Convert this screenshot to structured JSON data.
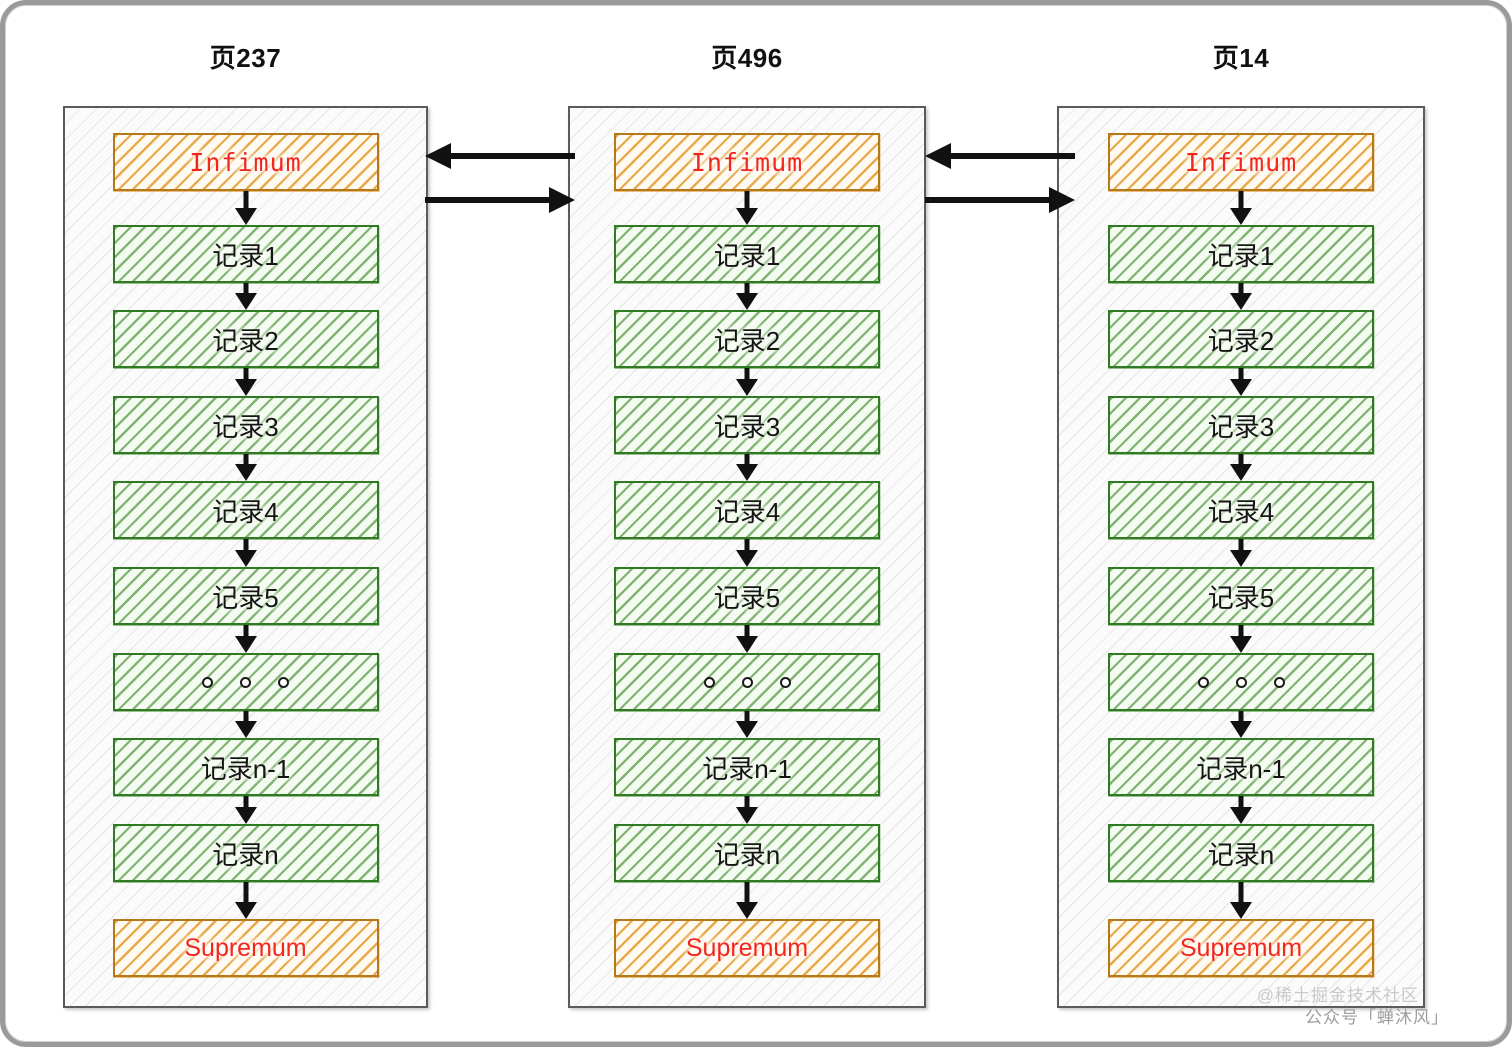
{
  "diagram": {
    "title_font_color": "#111111",
    "record_color": "#2f7a22",
    "boundary_color": "#b5781b",
    "boundary_text_color": "#f3261f",
    "arrow_color": "#111111",
    "frame_color": "#9a9a9a"
  },
  "pages": [
    {
      "title": "页237",
      "rows": [
        {
          "kind": "boundary",
          "font": "mono",
          "label": "Infimum"
        },
        {
          "kind": "record",
          "label": "记录1"
        },
        {
          "kind": "record",
          "label": "记录2"
        },
        {
          "kind": "record",
          "label": "记录3"
        },
        {
          "kind": "record",
          "label": "记录4"
        },
        {
          "kind": "record",
          "label": "记录5"
        },
        {
          "kind": "ellipsis",
          "label": ""
        },
        {
          "kind": "record",
          "label": "记录n-1"
        },
        {
          "kind": "record",
          "label": "记录n"
        },
        {
          "kind": "boundary",
          "font": "sans",
          "label": "Supremum"
        }
      ]
    },
    {
      "title": "页496",
      "rows": [
        {
          "kind": "boundary",
          "font": "mono",
          "label": "Infimum"
        },
        {
          "kind": "record",
          "label": "记录1"
        },
        {
          "kind": "record",
          "label": "记录2"
        },
        {
          "kind": "record",
          "label": "记录3"
        },
        {
          "kind": "record",
          "label": "记录4"
        },
        {
          "kind": "record",
          "label": "记录5"
        },
        {
          "kind": "ellipsis",
          "label": ""
        },
        {
          "kind": "record",
          "label": "记录n-1"
        },
        {
          "kind": "record",
          "label": "记录n"
        },
        {
          "kind": "boundary",
          "font": "sans",
          "label": "Supremum"
        }
      ]
    },
    {
      "title": "页14",
      "rows": [
        {
          "kind": "boundary",
          "font": "mono",
          "label": "Infimum"
        },
        {
          "kind": "record",
          "label": "记录1"
        },
        {
          "kind": "record",
          "label": "记录2"
        },
        {
          "kind": "record",
          "label": "记录3"
        },
        {
          "kind": "record",
          "label": "记录4"
        },
        {
          "kind": "record",
          "label": "记录5"
        },
        {
          "kind": "ellipsis",
          "label": ""
        },
        {
          "kind": "record",
          "label": "记录n-1"
        },
        {
          "kind": "record",
          "label": "记录n"
        },
        {
          "kind": "boundary",
          "font": "sans",
          "label": "Supremum"
        }
      ]
    }
  ],
  "page_links": [
    {
      "from": "页496",
      "to": "页237",
      "direction": "left"
    },
    {
      "from": "页237",
      "to": "页496",
      "direction": "right"
    },
    {
      "from": "页14",
      "to": "页496",
      "direction": "left"
    },
    {
      "from": "页496",
      "to": "页14",
      "direction": "right"
    }
  ],
  "watermarks": {
    "community": "@稀土掘金技术社区",
    "account": "公众号「蝉沐风」"
  }
}
